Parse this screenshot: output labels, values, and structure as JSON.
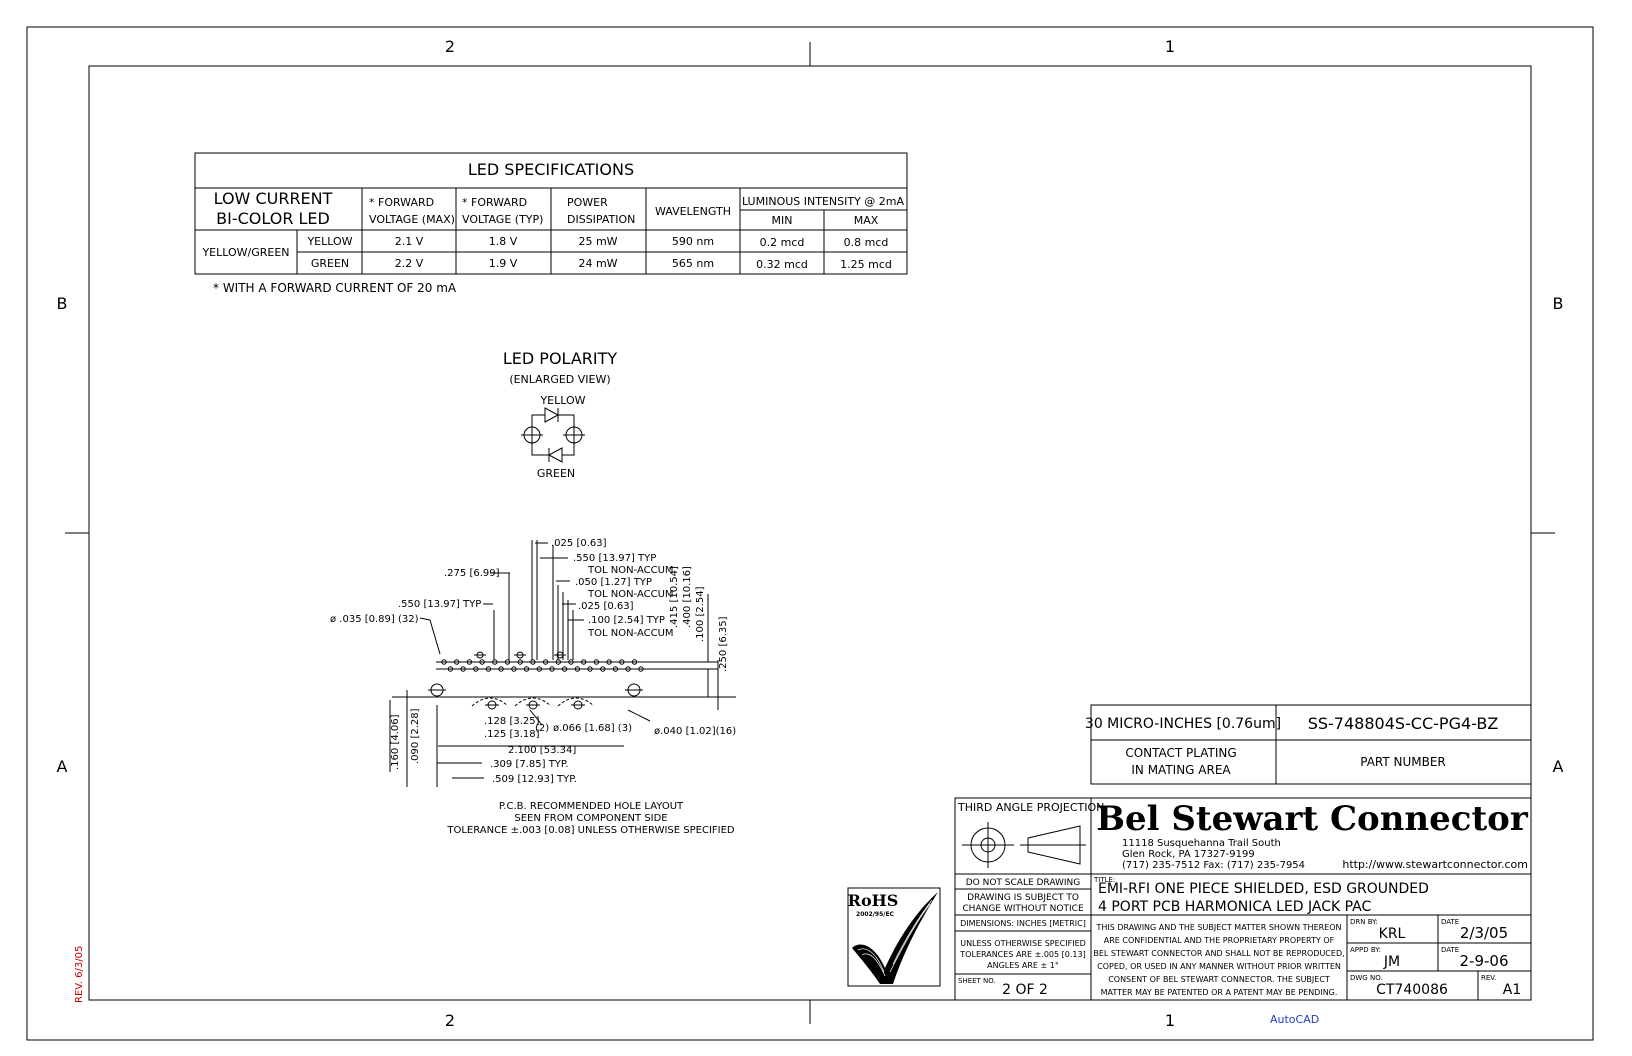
{
  "border": {
    "zone_cols": [
      "2",
      "1"
    ],
    "zone_rows": [
      "B",
      "A"
    ],
    "rev_note": "REV. 6/3/05",
    "autocad_label": "AutoCAD"
  },
  "led_spec_table": {
    "title": "LED SPECIFICATIONS",
    "col_header_1": "LOW CURRENT",
    "col_header_1b": "BI-COLOR LED",
    "col_fwd_max_1": "* FORWARD",
    "col_fwd_max_2": "VOLTAGE (MAX)",
    "col_fwd_typ_1": "* FORWARD",
    "col_fwd_typ_2": "VOLTAGE (TYP)",
    "col_power_1": "POWER",
    "col_power_2": "DISSIPATION",
    "col_wavelength": "WAVELENGTH",
    "col_luminous": "LUMINOUS INTENSITY @ 2mA",
    "col_min": "MIN",
    "col_max": "MAX",
    "group_label": "YELLOW/GREEN",
    "rows": [
      {
        "color": "YELLOW",
        "vmax": "2.1 V",
        "vtyp": "1.8 V",
        "power": "25 mW",
        "wave": "590 nm",
        "min": "0.2 mcd",
        "max": "0.8 mcd"
      },
      {
        "color": "GREEN",
        "vmax": "2.2 V",
        "vtyp": "1.9 V",
        "power": "24 mW",
        "wave": "565 nm",
        "min": "0.32 mcd",
        "max": "1.25 mcd"
      }
    ],
    "footnote": "* WITH A FORWARD CURRENT OF 20 mA"
  },
  "led_polarity": {
    "title": "LED POLARITY",
    "subtitle": "(ENLARGED VIEW)",
    "top_label": "YELLOW",
    "bottom_label": "GREEN"
  },
  "pcb_layout": {
    "dims": {
      "d025a": ".025 [0.63]",
      "d550typ": ".550 [13.97] TYP",
      "tol1": "TOL NON-ACCUM",
      "d050typ": ".050 [1.27] TYP",
      "tol2": "TOL NON-ACCUM",
      "d025b": ".025 [0.63]",
      "d100typ": ".100 [2.54] TYP",
      "tol3": "TOL NON-ACCUM",
      "d275": ".275 [6.99]",
      "d550": ".550 [13.97] TYP",
      "d035": "ø .035 [0.89] (32)",
      "v415": ".415 [10.54]",
      "v400": ".400 [10.16]",
      "v100": ".100 [2.54]",
      "v250": ".250 [6.35]",
      "d128": ".128 [3.25]",
      "d125": ".125 [3.18]",
      "d2": "(2)",
      "d066": "ø.066 [1.68] (3)",
      "d040": "ø.040 [1.02](16)",
      "d2100": "2.100 [53.34]",
      "d309": ".309 [7.85] TYP.",
      "d509": ".509 [12.93] TYP.",
      "v160": ".160 [4.06]",
      "v090": ".090 [2.28]"
    },
    "caption_1": "P.C.B. RECOMMENDED HOLE LAYOUT",
    "caption_2": "SEEN FROM COMPONENT SIDE",
    "caption_3": "TOLERANCE ±.003 [0.08] UNLESS OTHERWISE SPECIFIED"
  },
  "plating_block": {
    "plating": "30 MICRO-INCHES [0.76um]",
    "part_number": "SS-748804S-CC-PG4-BZ",
    "plating_label_1": "CONTACT PLATING",
    "plating_label_2": "IN MATING AREA",
    "part_label": "PART NUMBER"
  },
  "title_block": {
    "projection": "THIRD ANGLE PROJECTION",
    "company": "Bel Stewart Connector",
    "address_1": "11118 Susquehanna Trail South",
    "address_2": "Glen Rock, PA  17327-9199",
    "phone": "(717) 235-7512   Fax: (717) 235-7954",
    "website": "http://www.stewartconnector.com",
    "no_scale": "DO NOT SCALE DRAWING",
    "subject_1": "DRAWING IS SUBJECT TO",
    "subject_2": "CHANGE WITHOUT NOTICE",
    "dimensions": "DIMENSIONS: INCHES [METRIC]",
    "tol_1": "UNLESS OTHERWISE SPECIFIED",
    "tol_2": "TOLERANCES ARE ±.005 [0.13]",
    "tol_3": "ANGLES ARE ± 1°",
    "sheet_label": "SHEET NO.",
    "sheet": "2 OF 2",
    "title_label": "TITLE:",
    "title_1": "EMI-RFI ONE PIECE SHIELDED, ESD GROUNDED",
    "title_2": "4 PORT PCB HARMONICA   LED JACK PAC",
    "conf_1": "THIS DRAWING AND THE SUBJECT MATTER SHOWN THEREON",
    "conf_2": "ARE CONFIDENTIAL AND THE PROPRIETARY PROPERTY OF",
    "conf_3": "BEL STEWART CONNECTOR AND SHALL NOT BE REPRODUCED,",
    "conf_4": "COPED, OR USED IN ANY MANNER WITHOUT PRIOR WRITTEN",
    "conf_5": "CONSENT OF BEL STEWART CONNECTOR.  THE SUBJECT",
    "conf_6": "MATTER MAY BE PATENTED OR A PATENT MAY BE PENDING.",
    "drn_label": "DRN BY:",
    "drn": "KRL",
    "date_label": "DATE",
    "drn_date": "2/3/05",
    "appd_label": "APPD BY:",
    "appd": "JM",
    "appd_date": "2-9-06",
    "dwg_label": "DWG NO.",
    "dwg": "CT740086",
    "rev_label": "REV.",
    "rev": "A1"
  },
  "rohs": {
    "line_1": "RoHS",
    "line_2": "2002/95/EC"
  }
}
